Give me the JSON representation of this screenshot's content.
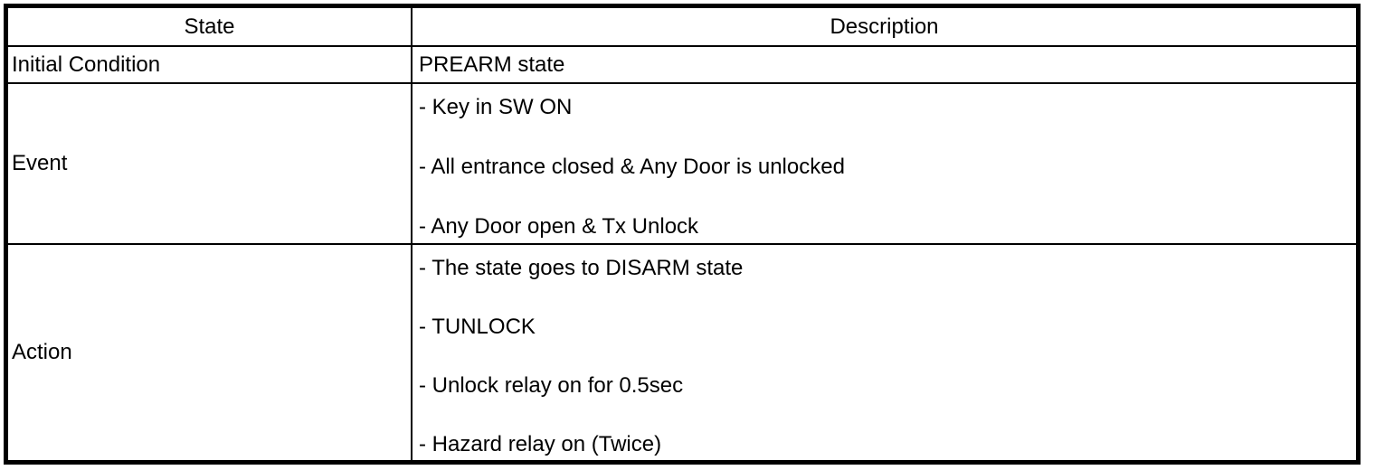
{
  "table": {
    "header": {
      "state": "State",
      "description": "Description"
    },
    "rows": [
      {
        "label": "Initial Condition",
        "items": [
          "PREARM state"
        ]
      },
      {
        "label": "Event",
        "items": [
          "- Key in SW ON",
          "- All entrance closed & Any Door is unlocked",
          "- Any Door open & Tx Unlock"
        ]
      },
      {
        "label": "Action",
        "items": [
          "- The state goes to DISARM state",
          "- TUNLOCK",
          "- Unlock relay on for 0.5sec",
          "- Hazard relay on (Twice)"
        ]
      }
    ]
  },
  "colors": {
    "border": "#000000",
    "background": "#ffffff",
    "text": "#000000"
  }
}
